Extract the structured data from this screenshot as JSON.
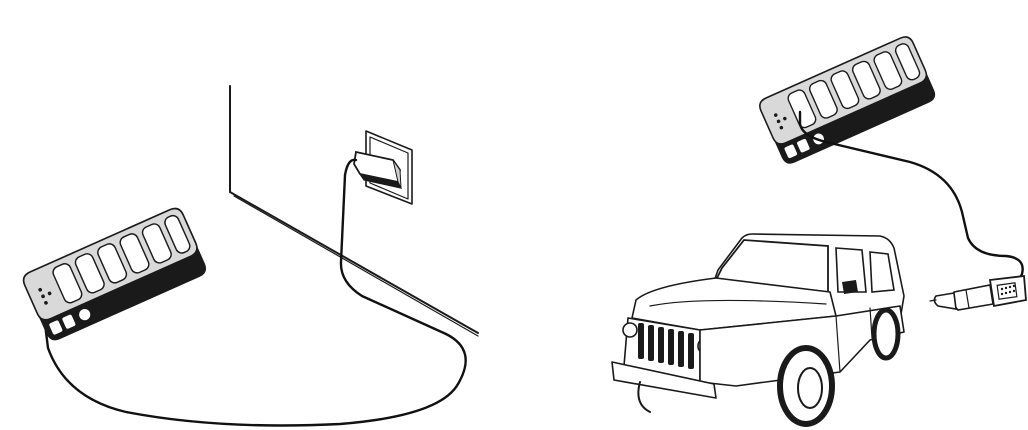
{
  "figure": {
    "panels": [
      {
        "id": "wall-charging",
        "icon": "wall-outlet-charging-illustration"
      },
      {
        "id": "car-charging",
        "icon": "car-charger-illustration"
      }
    ],
    "colors": {
      "ink": "#1a1a1a",
      "background": "#ffffff"
    }
  }
}
